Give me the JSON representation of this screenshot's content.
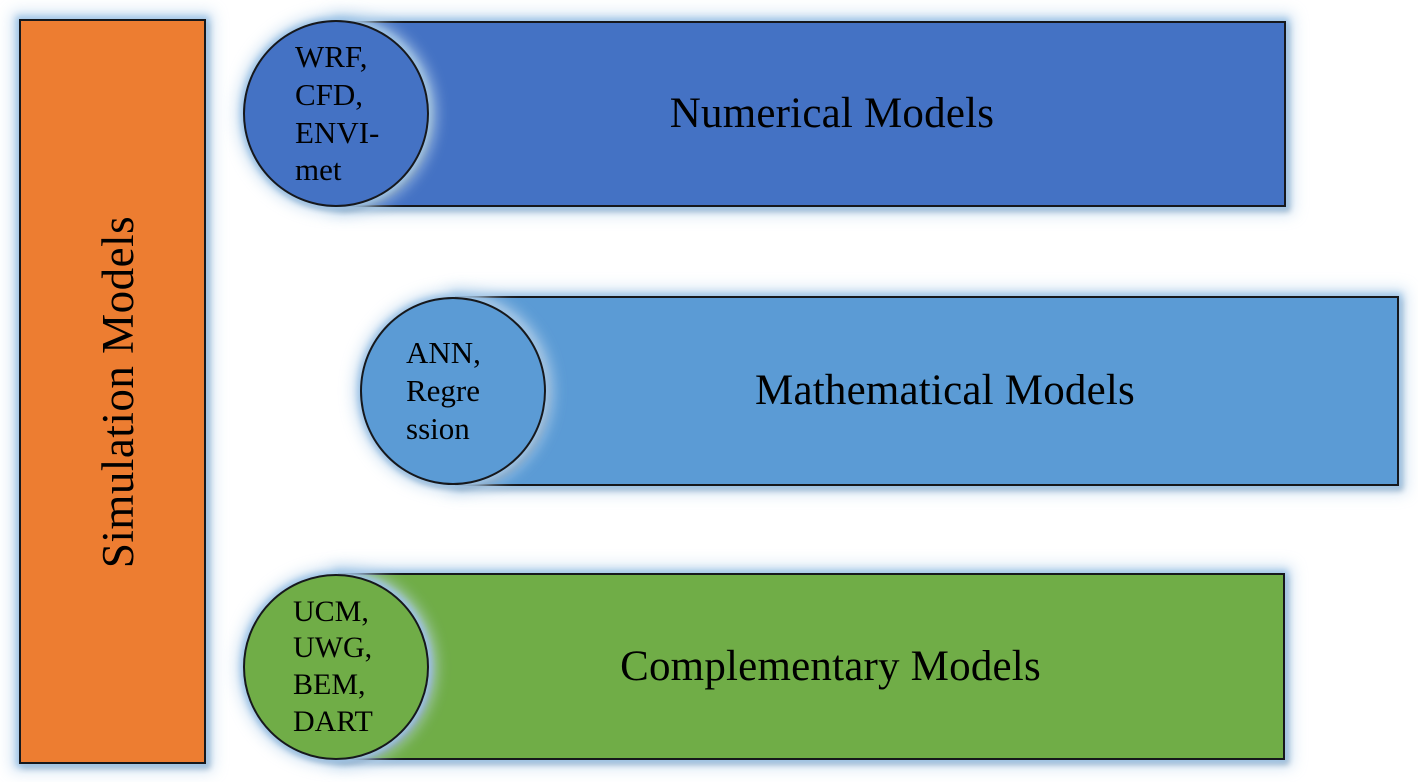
{
  "diagram": {
    "type": "category-block-diagram",
    "title": "Simulation Models",
    "sidebar": {
      "label": "Simulation Models",
      "color": "#ED7D31",
      "orientation": "vertical-bottom-to-top"
    },
    "rows": [
      {
        "id": "numerical",
        "bar_label": "Numerical Models",
        "bar_color": "#4472C4",
        "circle_label": "WRF,\nCFD,\nENVI-\nmet",
        "circle_items": [
          "WRF",
          "CFD",
          "ENVI-met"
        ],
        "circle_color": "#4472C4"
      },
      {
        "id": "mathematical",
        "bar_label": "Mathematical Models",
        "bar_color": "#5B9BD5",
        "circle_label": "ANN,\nRegre\nssion",
        "circle_items": [
          "ANN",
          "Regression"
        ],
        "circle_color": "#5B9BD5"
      },
      {
        "id": "complementary",
        "bar_label": "Complementary Models",
        "bar_color": "#70AD47",
        "circle_label": "UCM,\nUWG,\nBEM,\nDART",
        "circle_items": [
          "UCM",
          "UWG",
          "BEM",
          "DART"
        ],
        "circle_color": "#70AD47"
      }
    ],
    "colors": {
      "orange": "#ED7D31",
      "dark_blue": "#4472C4",
      "light_blue": "#5B9BD5",
      "green": "#70AD47",
      "outline": "#16181C",
      "glow": "#9DC3E6",
      "text": "#000000",
      "background": "#FFFFFF"
    }
  }
}
